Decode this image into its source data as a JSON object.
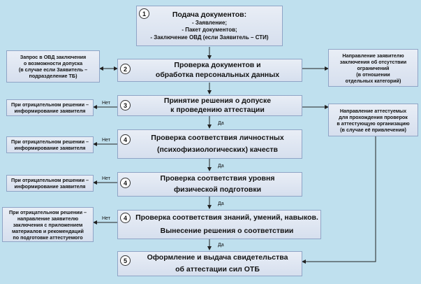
{
  "steps": [
    {
      "num": "1",
      "title": "Подача документов:",
      "sub": [
        "- Заявление;",
        "- Пакет документов;",
        "- Заключение ОВД (если Заявитель – СТИ)"
      ]
    },
    {
      "num": "2",
      "lines": [
        "Проверка документов и",
        "обработка персональных данных"
      ]
    },
    {
      "num": "3",
      "lines": [
        "Принятие решения о допуске",
        "к проведению аттестации"
      ]
    },
    {
      "num": "4",
      "lines": [
        "Проверка соответствия личностных",
        "(психофизиологических) качеств"
      ]
    },
    {
      "num": "4",
      "lines": [
        "Проверка соответствия уровня",
        "физической подготовки"
      ]
    },
    {
      "num": "4",
      "lines": [
        "Проверка соответствия знаний, умений, навыков.",
        "Вынесение решения о соответствии"
      ]
    },
    {
      "num": "5",
      "lines": [
        "Оформление и выдача свидетельства",
        "об аттестации сил ОТБ"
      ]
    }
  ],
  "left": [
    [
      "Запрос в ОВД заключения",
      "о возможности допуска",
      "(в случае если Заявитель –",
      "подразделение ТБ)"
    ],
    [
      "При отрицательном решении –",
      "информирование заявителя"
    ],
    [
      "При отрицательном решении –",
      "информирование заявителя"
    ],
    [
      "При отрицательном решении –",
      "информирование заявителя"
    ],
    [
      "При отрицательном решении –",
      "направление заявителю",
      "заключения с приложением",
      "материалов и рекомендаций",
      "по подготовке аттестуемого"
    ]
  ],
  "right": [
    [
      "Направление заявителю",
      "заключения об отсутствии",
      "ограничений",
      "(в отношении",
      "отдельных категорий)"
    ],
    [
      "Направление аттестуемых",
      "для прохождения проверок",
      "в аттестующую организацию",
      "(в случае её привлечения)"
    ]
  ],
  "labels": {
    "no": "Нет",
    "yes": "Да"
  }
}
